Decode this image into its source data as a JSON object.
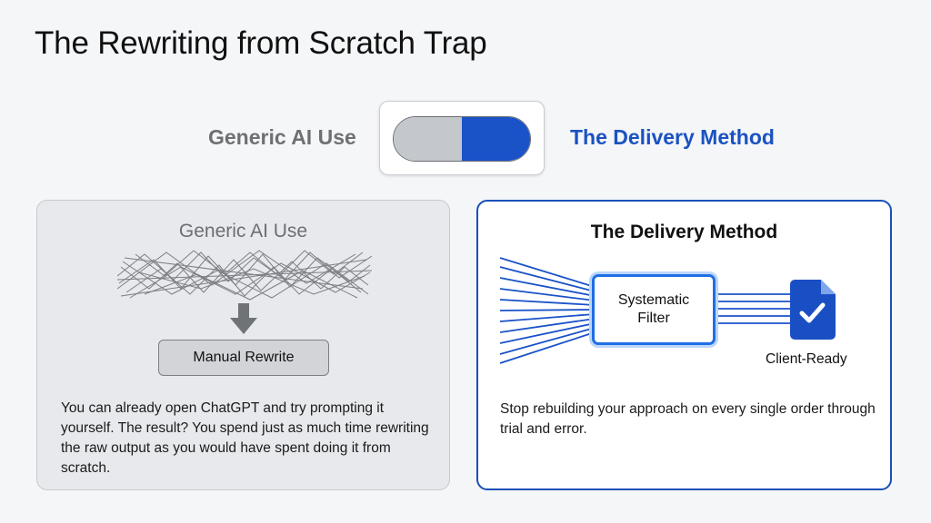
{
  "page": {
    "title": "The Rewriting from Scratch Trap"
  },
  "toggle": {
    "left_label": "Generic AI Use",
    "right_label": "The Delivery Method",
    "state": "on",
    "colors": {
      "off": "#c4c7cc",
      "on": "#1a52c8"
    }
  },
  "left_panel": {
    "heading": "Generic AI Use",
    "step_label": "Manual Rewrite",
    "description": "You can already open ChatGPT and try prompting it yourself. The result? You spend just as much time rewriting the raw output as you would have spent doing it from scratch.",
    "icons": [
      "tangled-lines-icon",
      "arrow-down-icon"
    ]
  },
  "right_panel": {
    "heading": "The Delivery Method",
    "filter_label_line1": "Systematic",
    "filter_label_line2": "Filter",
    "output_label": "Client-Ready",
    "description": "Stop rebuilding your approach on every single order through trial and error.",
    "icons": [
      "input-lines-icon",
      "document-check-icon"
    ],
    "accent_color": "#1a52c8"
  }
}
